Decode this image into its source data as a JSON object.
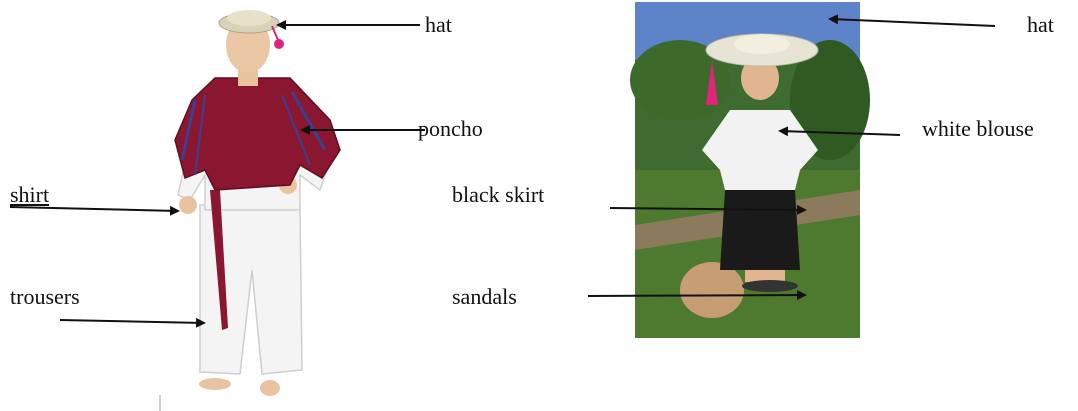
{
  "labels": {
    "hat_left": "hat",
    "poncho": "poncho",
    "shirt": "shirt",
    "trousers": "trousers",
    "hat_right": "hat",
    "white_blouse": "white blouse",
    "black_skirt": "black skirt",
    "sandals": "sandals"
  },
  "colors": {
    "text": "#111111",
    "arrow": "#111111",
    "poncho": "#8a1630",
    "poncho_stripe": "#3b3f8f",
    "hat_felt": "#d8d3b8",
    "tassel": "#e0247a",
    "white_clothing": "#f4f4f4",
    "skin": "#e9c3a0",
    "sky": "#5d84c8",
    "foliage": "#3e6b2f",
    "grass": "#4d7a2e",
    "path": "#8b7a5c",
    "pot": "#c79d74",
    "black_skirt": "#1a1a1a",
    "red_band": "#c51f32"
  },
  "icons": {
    "mannequin": "mannequin-figure-illustration",
    "photo": "girl-in-traditional-dress-photo"
  }
}
